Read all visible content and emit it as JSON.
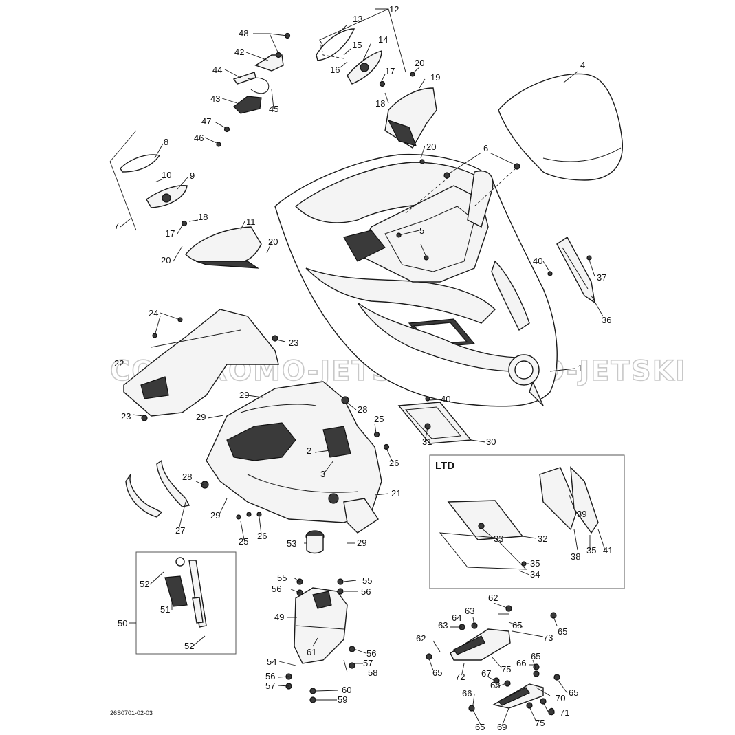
{
  "watermark": {
    "left": "COM",
    "center": "PROMO-JETSKI.COM",
    "right": "PROMO-JETSKI"
  },
  "inset_label": "LTD",
  "reference_code": "26S0701-02-03",
  "callouts": [
    "1",
    "2",
    "3",
    "4",
    "5",
    "6",
    "7",
    "8",
    "9",
    "10",
    "11",
    "12",
    "13",
    "14",
    "15",
    "16",
    "17",
    "18",
    "19",
    "20",
    "21",
    "22",
    "23",
    "24",
    "25",
    "26",
    "27",
    "28",
    "29",
    "30",
    "31",
    "32",
    "33",
    "34",
    "35",
    "36",
    "37",
    "38",
    "39",
    "40",
    "41",
    "42",
    "43",
    "44",
    "45",
    "46",
    "47",
    "48",
    "49",
    "50",
    "51",
    "52",
    "53",
    "54",
    "55",
    "56",
    "57",
    "58",
    "59",
    "60",
    "61",
    "62",
    "63",
    "64",
    "65",
    "66",
    "67",
    "68",
    "69",
    "70",
    "71",
    "72",
    "73",
    "75"
  ]
}
